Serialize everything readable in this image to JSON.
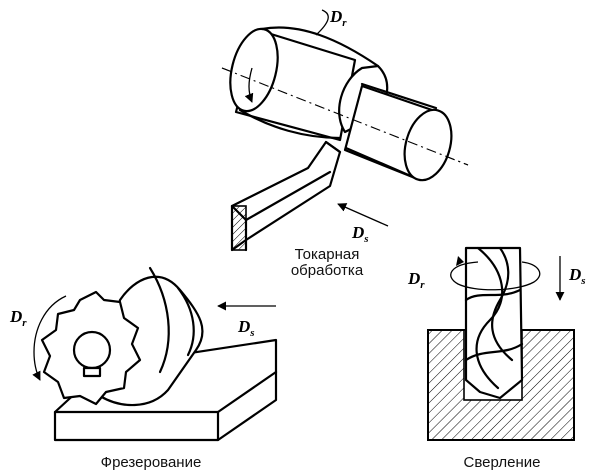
{
  "turning": {
    "caption_line1": "Токарная",
    "caption_line2": "обработка",
    "rotation_symbol": "D",
    "rotation_sub": "r",
    "feed_symbol": "D",
    "feed_sub": "s"
  },
  "milling": {
    "caption": "Фрезерование",
    "rotation_symbol": "D",
    "rotation_sub": "r",
    "feed_symbol": "D",
    "feed_sub": "s"
  },
  "drilling": {
    "caption": "Сверление",
    "rotation_symbol": "D",
    "rotation_sub": "r",
    "feed_symbol": "D",
    "feed_sub": "s"
  }
}
